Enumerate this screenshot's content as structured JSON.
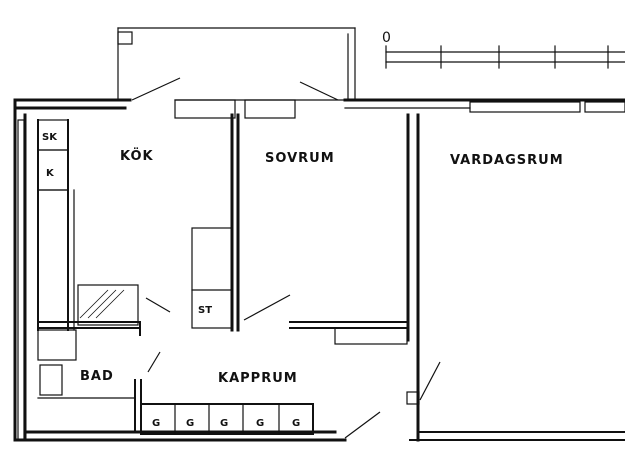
{
  "rooms": {
    "kitchen": "KÖK",
    "bedroom": "SOVRUM",
    "living_room": "VARDAGSRUM",
    "hall": "KAPPRUM",
    "bathroom": "BAD"
  },
  "fixtures": {
    "pantry": "SK",
    "fridge": "K",
    "storage": "ST",
    "wardrobes": [
      "G",
      "G",
      "G",
      "G",
      "G"
    ]
  },
  "scale_bar": {
    "zero_label": "0"
  }
}
